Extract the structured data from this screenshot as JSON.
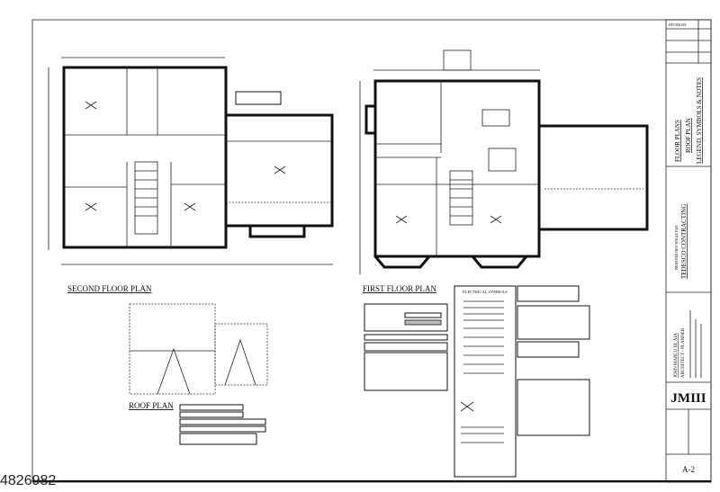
{
  "drawing": {
    "second_floor_plan_title": "SECOND FLOOR PLAN",
    "first_floor_plan_title": "FIRST FLOOR PLAN",
    "roof_plan_title": "ROOF PLAN",
    "electrical_symbols_title": "ELECTRICAL SYMBOLS"
  },
  "title_block": {
    "revisions_label": "REVISIONS",
    "sheet_titles": [
      "FLOOR PLANS",
      "ROOF PLAN",
      "LEGEND, SYMBOLS & NOTES"
    ],
    "project_line": "PROPOSED NEW SINGLE FAM.",
    "client": "TEDESCO CONTRACTING",
    "architect_name": "JOHN MARCO III, AIA",
    "architect_title": "ARCHITECT - PLANNER",
    "logo": "JMIII",
    "sheet_number": "A-2"
  },
  "watermark": "4826982"
}
